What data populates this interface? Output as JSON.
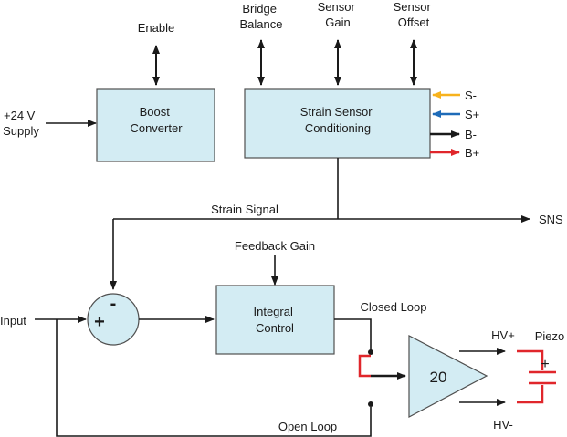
{
  "colors": {
    "block_fill": "#d3ecf3",
    "block_stroke": "#4f4f4f",
    "line": "#1a1a1a",
    "s_minus_arrow": "#f7b21d",
    "s_plus_arrow": "#1e6bb8",
    "b_minus_arrow": "#1a1a1a",
    "b_plus_arrow": "#e0262b",
    "switch_wire": "#e0262b",
    "piezo_wire": "#e0262b"
  },
  "labels": {
    "enable": "Enable",
    "bridge_balance": [
      "Bridge",
      "Balance"
    ],
    "sensor_gain": [
      "Sensor",
      "Gain"
    ],
    "sensor_offset": [
      "Sensor",
      "Offset"
    ],
    "supply": [
      "+24 V",
      "Supply"
    ],
    "strain_signal": "Strain Signal",
    "sns": "SNS",
    "feedback_gain": "Feedback Gain",
    "input": "Input",
    "closed_loop": "Closed Loop",
    "open_loop": "Open Loop",
    "hv_plus": "HV+",
    "hv_minus": "HV-",
    "piezo": "Piezo",
    "piezo_plus": "+"
  },
  "blocks": {
    "boost": [
      "Boost",
      "Converter"
    ],
    "strain": [
      "Strain Sensor",
      "Conditioning"
    ],
    "integral": [
      "Integral",
      "Control"
    ]
  },
  "bridge_signals": {
    "s_minus": "S-",
    "s_plus": "S+",
    "b_minus": "B-",
    "b_plus": "B+"
  },
  "summing_junction": {
    "plus": "+",
    "minus": "-"
  },
  "amplifier": {
    "gain": "20"
  }
}
